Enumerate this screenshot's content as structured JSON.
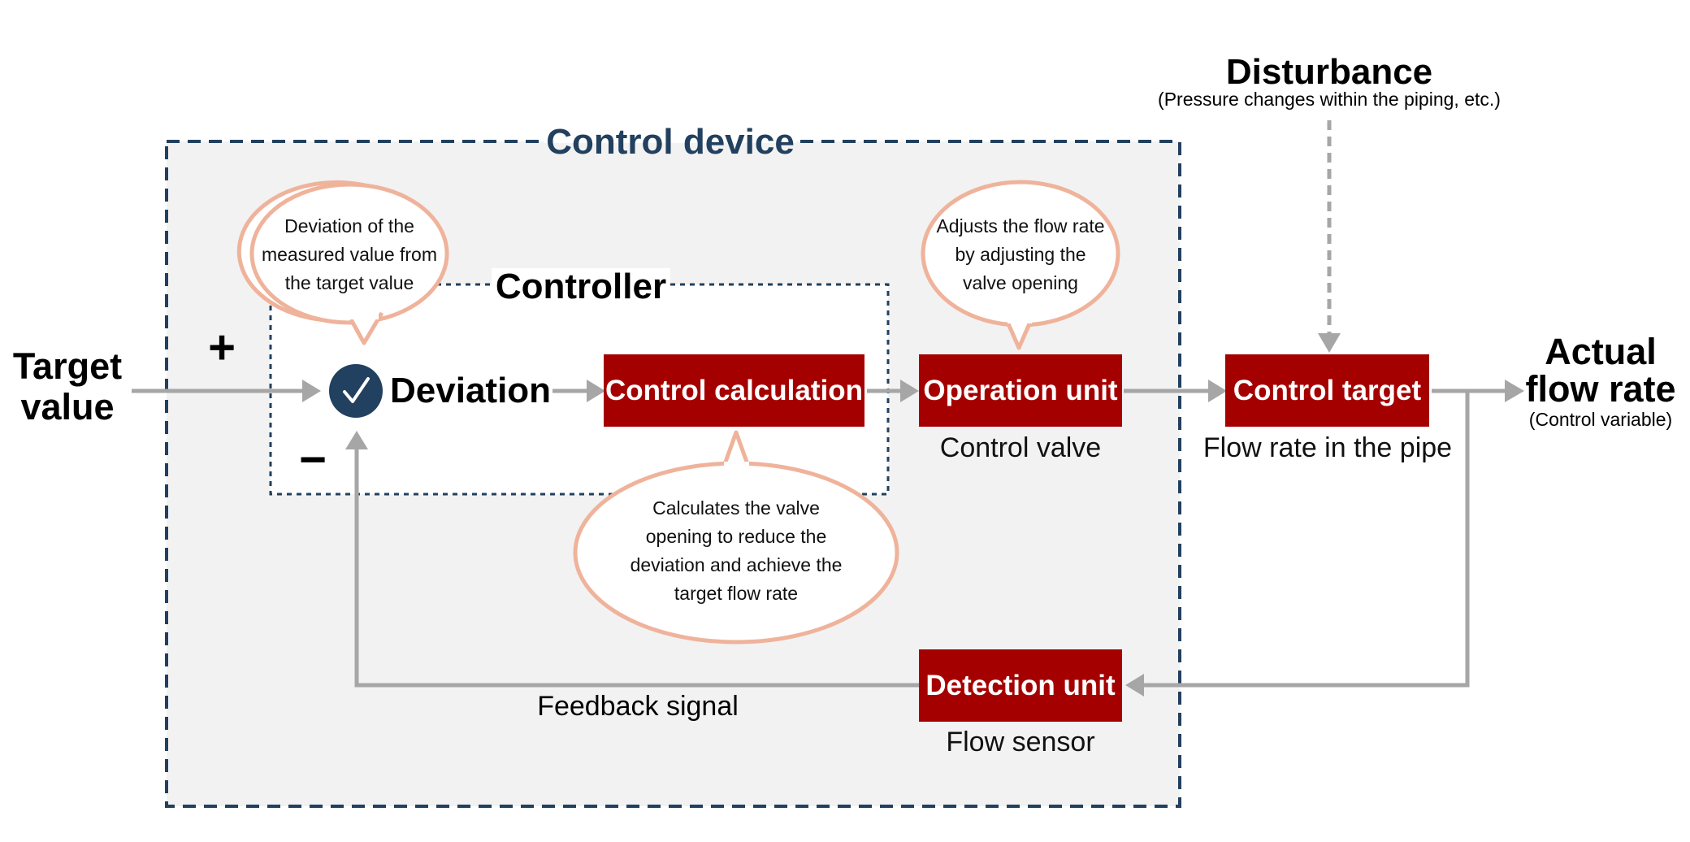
{
  "colors": {
    "block_fill": "#a50000",
    "device_border": "#22405f",
    "device_fill": "#f2f2f2",
    "arrow": "#a6a6a6",
    "bubble_border": "#efb39b",
    "summing_fill": "#22405f"
  },
  "labels": {
    "target_value": "Target\nvalue",
    "plus": "+",
    "minus": "−",
    "deviation": "Deviation",
    "control_device": "Control device",
    "controller": "Controller",
    "disturbance": "Disturbance",
    "disturbance_note": "(Pressure changes within the piping, etc.)",
    "actual_flow_rate": "Actual\nflow rate",
    "control_variable": "(Control variable)",
    "feedback_signal": "Feedback signal"
  },
  "blocks": {
    "control_calculation": "Control calculation",
    "operation_unit": "Operation unit",
    "control_target": "Control target",
    "detection_unit": "Detection unit"
  },
  "sublabels": {
    "control_valve": "Control valve",
    "flow_rate_in_pipe": "Flow rate in the pipe",
    "flow_sensor": "Flow sensor"
  },
  "bubbles": {
    "deviation_note": "Deviation of the measured value from the target value",
    "operation_note": "Adjusts the flow rate by adjusting the valve opening",
    "calculation_note": "Calculates the valve opening to reduce the deviation and achieve the target flow rate"
  },
  "icons": {
    "summing_point": "check-icon"
  }
}
